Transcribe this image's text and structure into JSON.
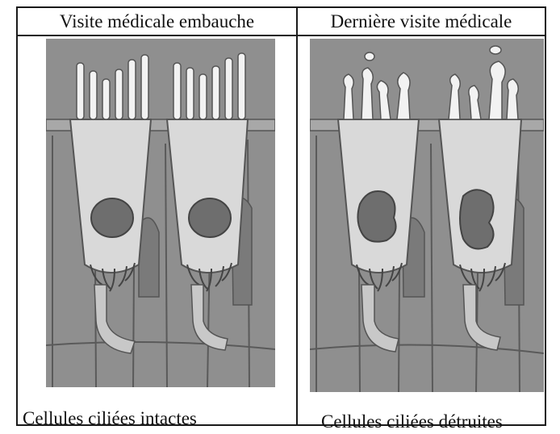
{
  "headers": {
    "left": "Visite médicale embauche",
    "right": "Dernière visite médicale"
  },
  "captions": {
    "left": "Cellules ciliées intactes",
    "right": "Cellules ciliées détruites"
  },
  "colors": {
    "frame": "#1a1a1a",
    "tissue": "#8f8f8f",
    "cell_body": "#d9d9d9",
    "nucleus": "#6e6e6e",
    "cilia": "#f2f2f2"
  }
}
